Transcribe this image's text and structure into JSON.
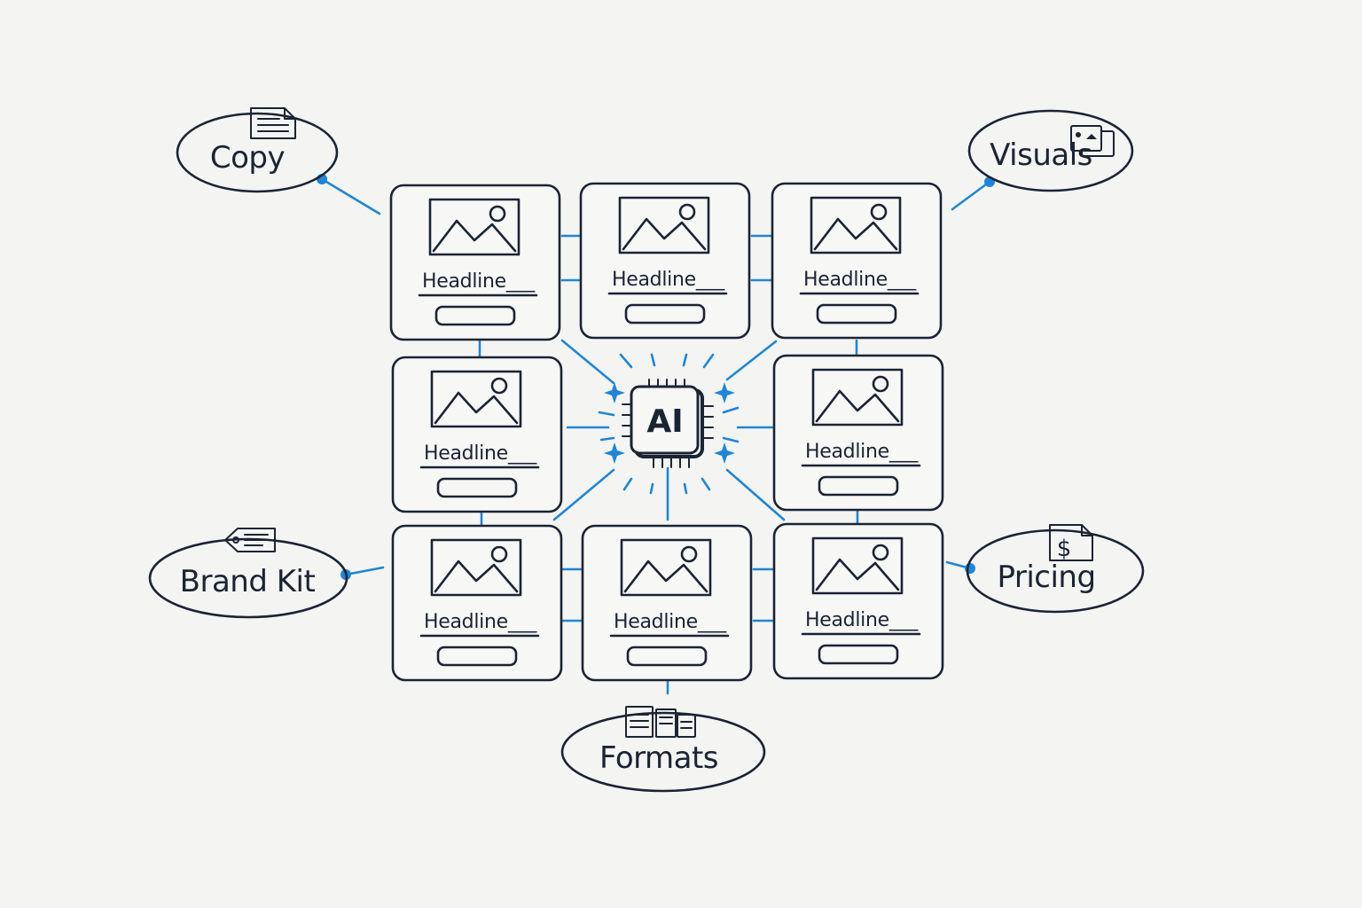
{
  "hub": {
    "label": "AI"
  },
  "cards": [
    {
      "headline": "Headline___"
    },
    {
      "headline": "Headline___"
    },
    {
      "headline": "Headline___"
    },
    {
      "headline": "Headline___"
    },
    {
      "headline": "Headline___"
    },
    {
      "headline": "Headline___"
    },
    {
      "headline": "Headline___"
    },
    {
      "headline": "Headline___"
    }
  ],
  "bubbles": {
    "copy": "Copy",
    "visuals": "Visuals",
    "brand_kit": "Brand Kit",
    "pricing": "Pricing",
    "formats": "Formats"
  },
  "colors": {
    "ink": "#1b2433",
    "accent": "#1e86d8",
    "background": "#f4f4f3"
  }
}
